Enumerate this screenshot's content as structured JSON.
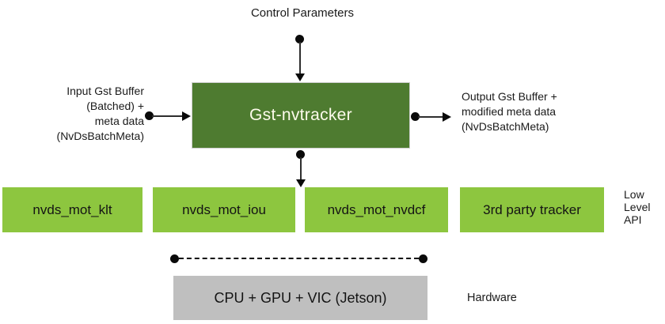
{
  "diagram": {
    "control_parameters_label": "Control Parameters",
    "main_box": {
      "label": "Gst-nvtracker"
    },
    "input_label": {
      "lines": [
        "Input Gst Buffer",
        "(Batched) +",
        "meta data",
        "(NvDsBatchMeta)"
      ]
    },
    "output_label": {
      "lines": [
        "Output Gst Buffer +",
        "modified meta data",
        "(NvDsBatchMeta)"
      ]
    },
    "low_level_trackers": [
      {
        "label": "nvds_mot_klt"
      },
      {
        "label": "nvds_mot_iou"
      },
      {
        "label": "nvds_mot_nvdcf"
      },
      {
        "label": "3rd party tracker"
      }
    ],
    "low_level_api_label": {
      "lines": [
        "Low",
        "Level",
        "API"
      ]
    },
    "hardware_box": {
      "label": "CPU + GPU + VIC (Jetson)"
    },
    "hardware_label": "Hardware",
    "colors": {
      "main_box_green": "#4E7B30",
      "tracker_green": "#8DC63F",
      "hardware_gray": "#BFBFBF",
      "main_box_text": "#FDFBEC",
      "connector_black": "#0A0A0A"
    }
  }
}
